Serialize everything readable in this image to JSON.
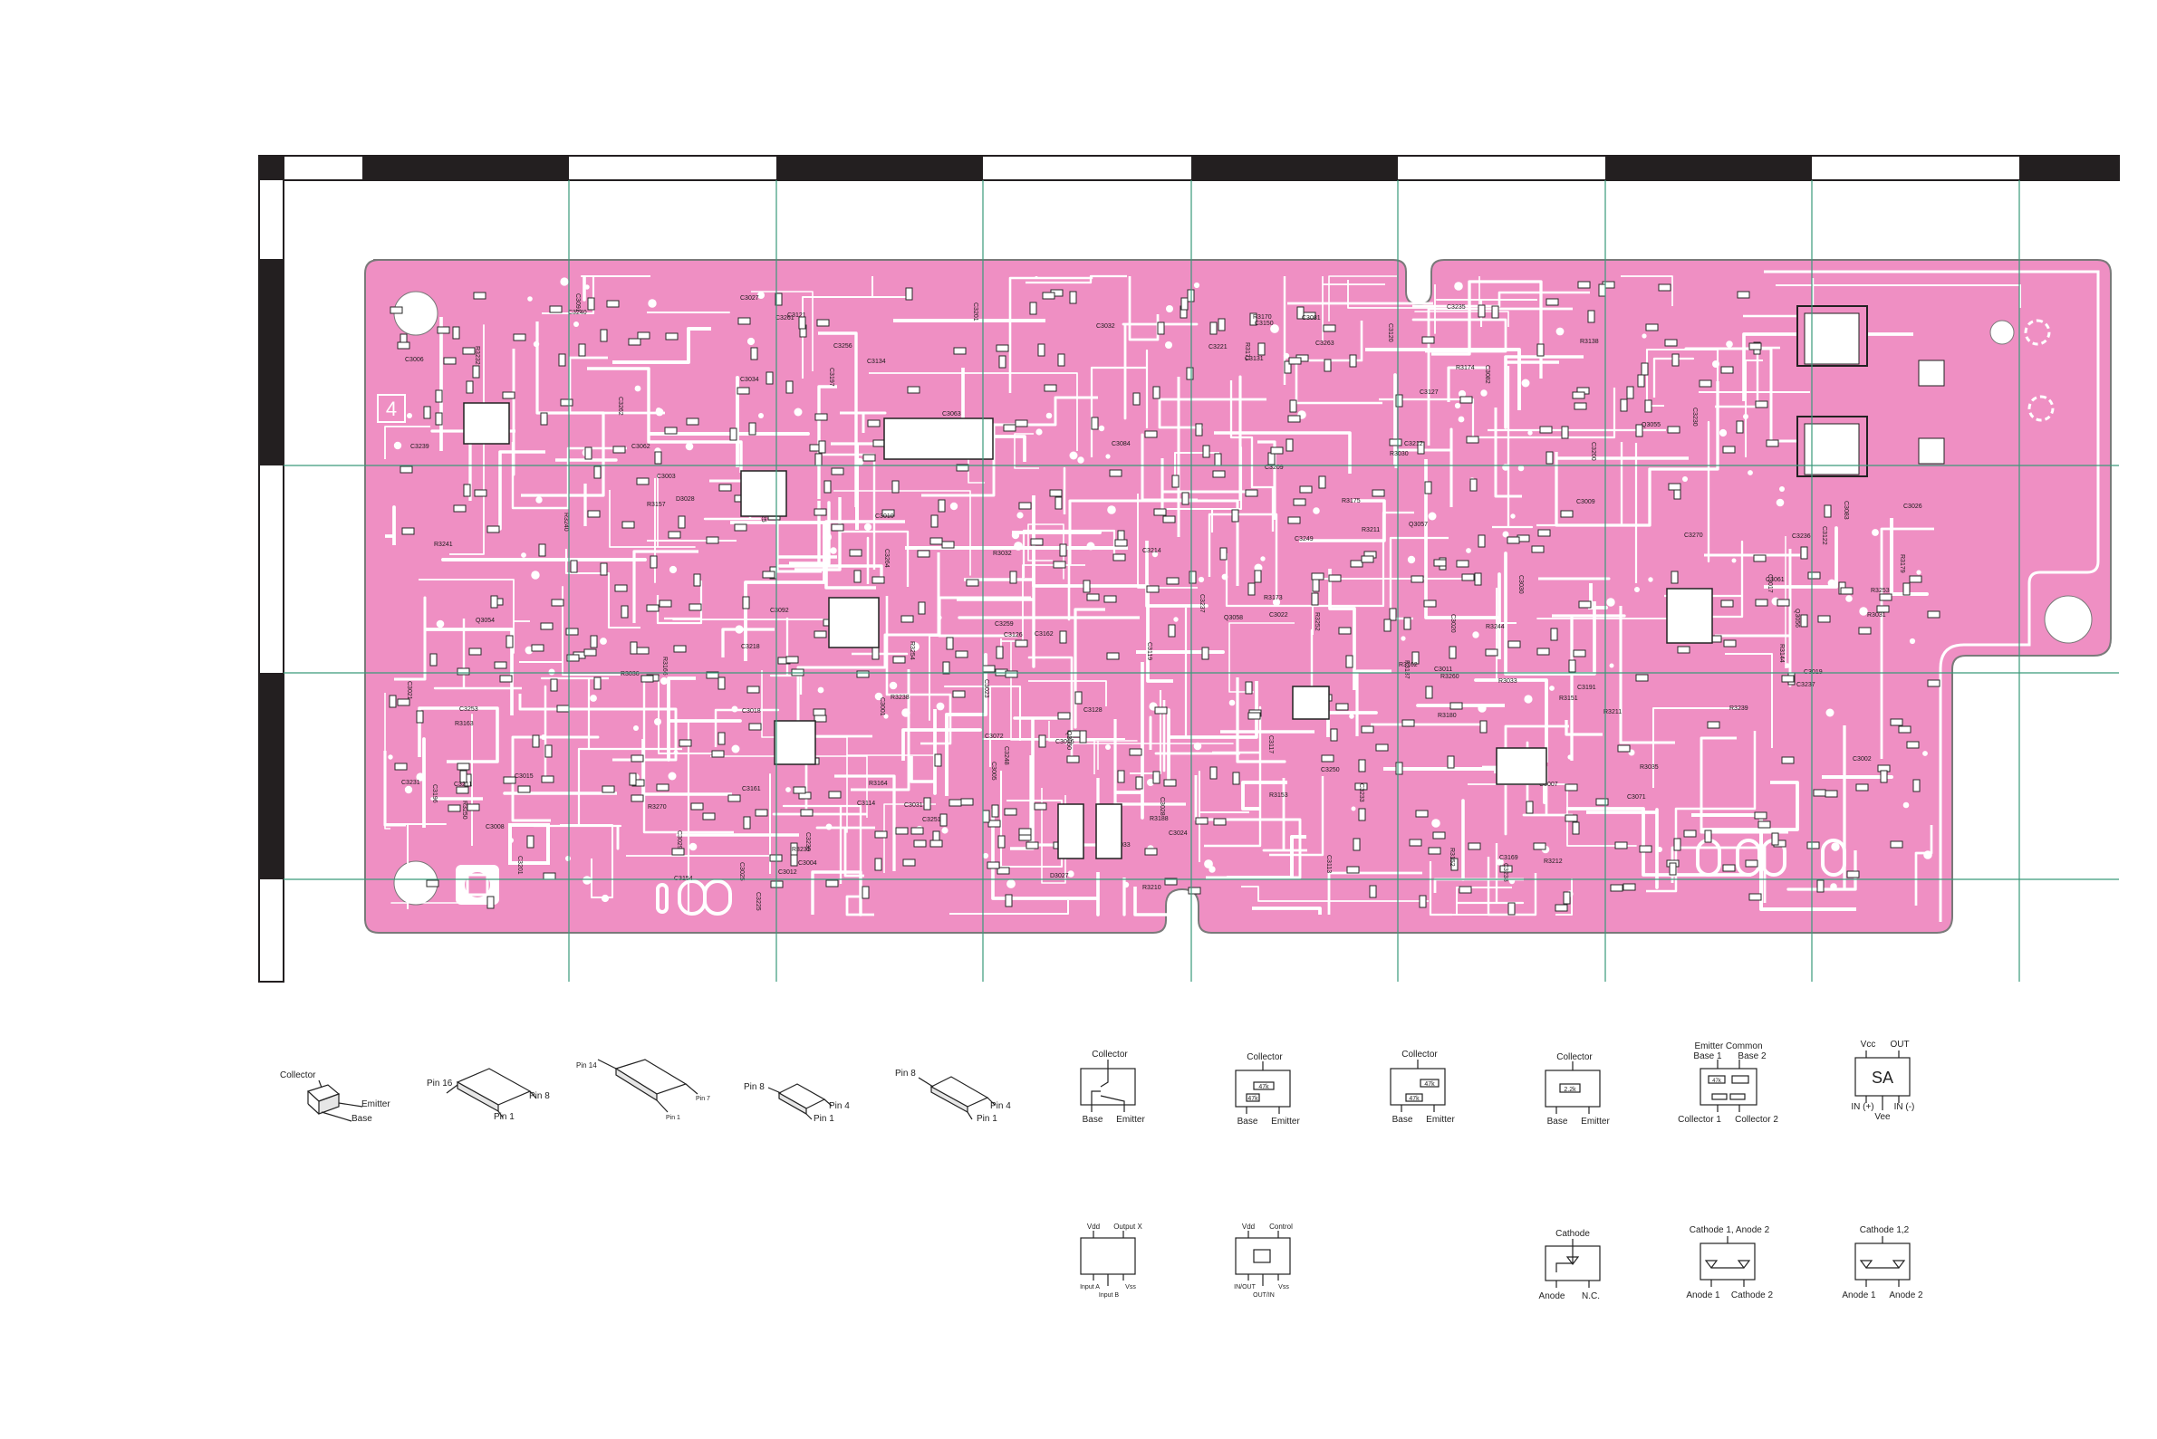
{
  "board": {
    "section_number": "4",
    "colors": {
      "board": "#ef8fc3",
      "trace": "#ffffff",
      "ruler_dark": "#231f20",
      "grid_line": "#3a9a7a",
      "component": "#2a2a2a"
    },
    "part_labels": [
      "R3157",
      "C3113",
      "R3162",
      "C3131",
      "C3127",
      "R3030",
      "C3020",
      "R3032",
      "C3018",
      "R3031",
      "C3017",
      "C3019",
      "C3009",
      "C3221",
      "R3033",
      "R3035",
      "R3036",
      "C3061",
      "C3021",
      "C3062",
      "C3063",
      "C3004",
      "C3008",
      "C3010",
      "C3001",
      "C3007",
      "C3006",
      "C3012",
      "C3024",
      "C3016",
      "C3003",
      "C3002",
      "C3005",
      "C3015",
      "C3034",
      "C3025",
      "C3026",
      "C3023",
      "C3022",
      "C3033",
      "C3028",
      "C3029",
      "C3032",
      "C3011",
      "C3031",
      "C3035",
      "C3030",
      "C3201",
      "C3115",
      "R3138",
      "C3128",
      "C3125",
      "R3151",
      "R3152",
      "C3117",
      "C3119",
      "C3154",
      "R3153",
      "C3126",
      "C3262",
      "R3171",
      "R3175",
      "R3173",
      "R3174",
      "C3114",
      "C3169",
      "C3150",
      "C3259",
      "R3163",
      "C3134",
      "C3120",
      "R3180",
      "R3179",
      "R3211",
      "R3210",
      "C3261",
      "R3211",
      "R3212",
      "C3122",
      "C3121",
      "R3250",
      "C3162",
      "C3161",
      "C3218",
      "C3214",
      "C3231",
      "R3270",
      "C3256",
      "C3264",
      "C3212",
      "R3232",
      "R3231",
      "C3211",
      "C3209",
      "C3263",
      "R3240",
      "C3240",
      "C3239",
      "C3238",
      "C3237",
      "R3238",
      "R3241",
      "C3235",
      "C3236",
      "C3230",
      "C3225",
      "C3233",
      "R3253",
      "R3254",
      "C3249",
      "C3250",
      "R3252",
      "R3244",
      "R3239",
      "C3236",
      "C3248",
      "C3251",
      "C3027",
      "R3260",
      "C3253",
      "C3237",
      "C3091",
      "C3092",
      "R3170",
      "C3081",
      "C3082",
      "C3083",
      "C3084",
      "C3071",
      "C3072",
      "R3164",
      "R3166",
      "R3144",
      "C3270",
      "C3197",
      "C3196",
      "C3200",
      "C3201",
      "R3187",
      "R3188",
      "C3191",
      "Q3050",
      "Q3057",
      "Q3054",
      "Q3055",
      "D3027",
      "D3028",
      "Q3056",
      "Q3058"
    ],
    "symbols": [
      {
        "top": "Collector",
        "bottom_left": "Base",
        "bottom_right": "Emitter"
      },
      {
        "top": "Collector",
        "bottom_left": "Base",
        "bottom_right": "Emitter",
        "r1": "47k",
        "r2": "47k"
      },
      {
        "top": "Collector",
        "bottom_left": "Base",
        "bottom_right": "Emitter",
        "r1": "47k",
        "r2": "47k"
      },
      {
        "top": "Collector",
        "bottom_left": "Base",
        "bottom_right": "Emitter",
        "r1": "2.2k"
      },
      {
        "top": "Emitter Common",
        "top_left": "Base 1",
        "top_right": "Base 2",
        "bottom_left": "Collector 1",
        "bottom_right": "Collector 2",
        "r_label": "47k"
      },
      {
        "top_left": "Vcc",
        "top_right": "OUT",
        "center": "SA",
        "bottom_left": "IN (+)",
        "bottom_right": "IN (-)",
        "bottom": "Vee"
      }
    ],
    "symbols_row2": [
      {
        "top_left": "Vdd",
        "top_right": "Output X",
        "bottom_left": "Input A",
        "bottom_right": "Vss",
        "bottom": "Input B"
      },
      {
        "top_left": "Vdd",
        "top_right": "Control",
        "bottom_left": "IN/OUT",
        "bottom_right": "Vss",
        "bottom": "OUT/IN"
      },
      {
        "top": "Cathode",
        "bottom_left": "Anode",
        "bottom_right": "N.C."
      },
      {
        "top": "Cathode 1, Anode 2",
        "bottom_left": "Anode 1",
        "bottom_right": "Cathode 2"
      },
      {
        "top": "Cathode 1,2",
        "bottom_left": "Anode 1",
        "bottom_right": "Anode 2"
      }
    ],
    "packages": [
      {
        "pin_a": "Collector",
        "pin_b": "Emitter",
        "pin_c": "Base"
      },
      {
        "pin_a": "Pin 16",
        "pin_b": "Pin 8",
        "pin_c": "Pin 1"
      },
      {
        "pin_a": "Pin 14",
        "pin_b": "Pin 7",
        "pin_c": "Pin 1"
      },
      {
        "pin_a": "Pin 8",
        "pin_b": "Pin 4",
        "pin_c": "Pin 1"
      },
      {
        "pin_a": "Pin 8",
        "pin_b": "Pin 4",
        "pin_c": "Pin 1"
      }
    ]
  }
}
